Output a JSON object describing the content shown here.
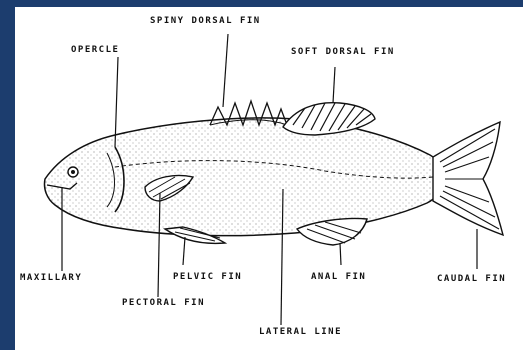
{
  "diagram": {
    "labels": {
      "spiny_dorsal_fin": "SPINY DORSAL FIN",
      "opercle": "OPERCLE",
      "soft_dorsal_fin": "SOFT DORSAL FIN",
      "maxillary": "MAXILLARY",
      "pelvic_fin": "PELVIC FIN",
      "anal_fin": "ANAL FIN",
      "caudal_fin": "CAUDAL FIN",
      "pectoral_fin": "PECTORAL FIN",
      "lateral_line": "LATERAL LINE"
    }
  }
}
